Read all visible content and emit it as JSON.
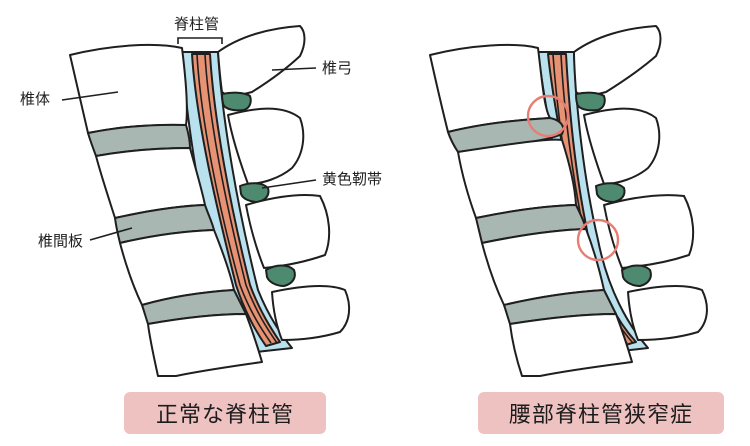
{
  "labels": {
    "spinal_canal": "脊柱管",
    "vertebral_arch": "椎弓",
    "vertebral_body": "椎体",
    "ligamentum_flavum": "黄色靭帯",
    "intervertebral_disc": "椎間板"
  },
  "captions": {
    "normal": "正常な脊柱管",
    "stenosis": "腰部脊柱管狭窄症"
  },
  "colors": {
    "outline": "#1f1f1f",
    "bone": "#ffffff",
    "disc": "#a9b7b3",
    "ligament": "#4e8a6f",
    "canal": "#b9e2ee",
    "nerve": "#e79273",
    "marker": "#e87d73",
    "caption_bg": "#efc2c2"
  }
}
